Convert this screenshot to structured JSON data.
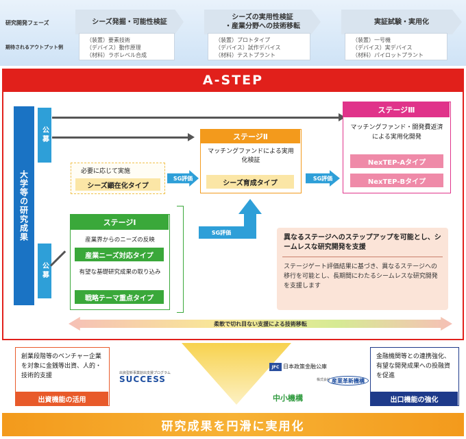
{
  "phases": {
    "row_label": "研究開発フェーズ",
    "output_label": "期待されるアウトプット例",
    "items": [
      {
        "title": "シーズ発掘・可能性検証",
        "lines": [
          "（装置）要素技術",
          "（デバイス）動作原理",
          "（材料）ラボレベル合成"
        ]
      },
      {
        "title": "シーズの実用性検証\n・産業分野への技術移転",
        "lines": [
          "（装置）プロトタイプ",
          "（デバイス）試作デバイス",
          "（材料）テストプラント"
        ]
      },
      {
        "title": "実証試験・実用化",
        "lines": [
          "（装置）一号機",
          "（デバイス）実デバイス",
          "（材料）パイロットプラント"
        ]
      }
    ]
  },
  "astep": {
    "title": "A-STEP",
    "univ": "大学等の研究成果",
    "kobo_top": "公募",
    "kobo_bottom": "公募",
    "stage1": {
      "head": "ステージⅠ",
      "desc1": "産業界からのニーズの反映",
      "btn1": "産業ニーズ対応タイプ",
      "desc2": "有望な基礎研究成果の取り込み",
      "btn2": "戦略テーマ重点タイプ"
    },
    "stage2": {
      "head": "ステージⅡ",
      "desc": "マッチングファンドによる実用化検証",
      "btn": "シーズ育成タイプ"
    },
    "stage3": {
      "head": "ステージⅢ",
      "desc": "マッチングファンド・開発費返済による実用化開発",
      "btn1": "NexTEP-Aタイプ",
      "btn2": "NexTEP-Bタイプ"
    },
    "seeds": {
      "desc": "必要に応じて実施",
      "btn": "シーズ顕在化タイプ"
    },
    "sg": "SG評価",
    "info": {
      "title": "異なるステージへのステップアップを可能とし、シームレスな研究開発を支援",
      "body": "ステージゲート評価結果に基づき、異なるステージへの移行を可能とし、長期間にわたるシームレスな研究開発を支援します"
    },
    "flex": "柔軟で切れ目ない支援による技術移転"
  },
  "bottom": {
    "left_text": "創業段階等のベンチャー企業を対象に金銭等出資、人的・技術的支援",
    "left_label": "出資機能の活用",
    "success_small": "出資型新事業創出支援プログラム",
    "success": "SUCCESS",
    "right_text": "金融機関等との連携強化、有望な開発成果への投融資を促進",
    "right_label": "出口機能の強化",
    "jfc": "日本政策金融公庫",
    "inno_small": "株式会社",
    "inno": "産業革新機構",
    "smrj": "中小機構",
    "result": "研究成果を円滑に実用化"
  }
}
